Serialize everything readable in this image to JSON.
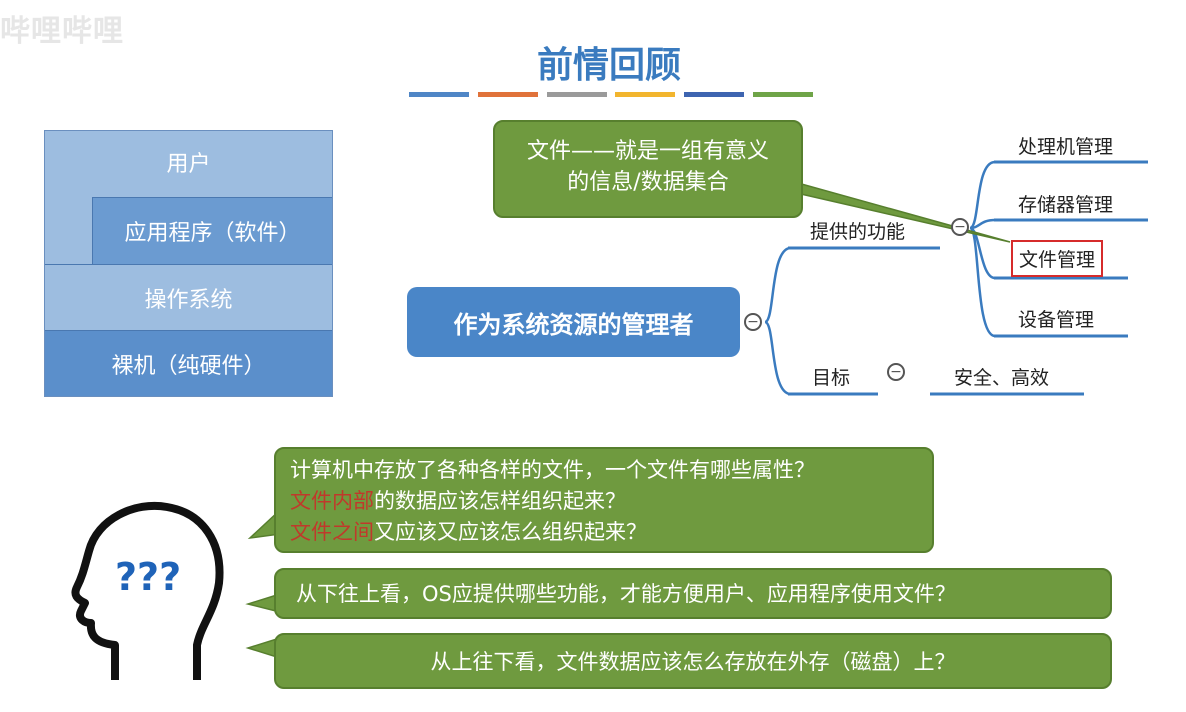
{
  "watermark": "哔哩哔哩",
  "title": "前情回顾",
  "stripe_colors": [
    "#4f86c6",
    "#e0723a",
    "#9a9a9a",
    "#f2b52e",
    "#3d64b0",
    "#6fa448"
  ],
  "layers": {
    "user": "用户",
    "app": "应用程序（软件）",
    "os": "操作系统",
    "hardware": "裸机（纯硬件）"
  },
  "mindmap": {
    "central": "作为系统资源的管理者",
    "functions_label": "提供的功能",
    "functions": [
      "处理机管理",
      "存储器管理",
      "文件管理",
      "设备管理"
    ],
    "goal_label": "目标",
    "goal_value": "安全、高效"
  },
  "callout": {
    "line1": "文件——就是一组有意义",
    "line2": "的信息/数据集合"
  },
  "questions": {
    "q1_line1": "计算机中存放了各种各样的文件，一个文件有哪些属性？",
    "q1_line2_red": "文件内部",
    "q1_line2_rest": "的数据应该怎样组织起来？",
    "q1_line3_red": "文件之间",
    "q1_line3_rest": "又应该又应该怎么组织起来？",
    "q2": "从下往上看，OS应提供哪些功能，才能方便用户、应用程序使用文件？",
    "q3": "从上往下看，文件数据应该怎么存放在外存（磁盘）上？"
  },
  "thinker_marks": "???"
}
